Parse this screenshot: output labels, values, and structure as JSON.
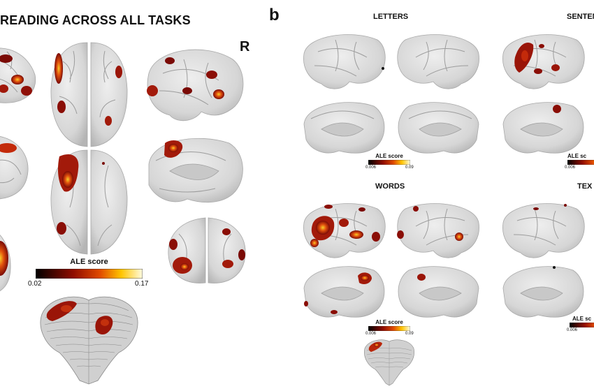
{
  "panel_a": {
    "title": "READING ACROSS ALL TASKS",
    "hemisphere_label": "R",
    "colorbar": {
      "title": "ALE score",
      "min_label": "0.02",
      "max_label": "0.17"
    }
  },
  "panel_b": {
    "letter": "b",
    "subpanels": [
      {
        "title": "LETTERS",
        "colorbar": {
          "title": "ALE score",
          "min_label": "0.006",
          "max_label": "0.09"
        }
      },
      {
        "title": "SENTEN",
        "colorbar": {
          "title": "ALE sc",
          "min_label": "0.006",
          "max_label": ""
        }
      },
      {
        "title": "WORDS",
        "colorbar": {
          "title": "ALE score",
          "min_label": "0.006",
          "max_label": "0.09"
        }
      },
      {
        "title": "TEX",
        "colorbar": {
          "title": "ALE sc",
          "min_label": "0.006",
          "max_label": ""
        }
      }
    ]
  },
  "colors": {
    "brain_fill": "#d9d9d9",
    "brain_shade": "#bdbdbd",
    "activation_dark": "#7a0a05",
    "activation_mid": "#d8410c",
    "activation_bright": "#f4c21a",
    "colorbar_start": "#000000",
    "colorbar_mid": "#c41e00",
    "colorbar_end": "#fffbe0"
  }
}
